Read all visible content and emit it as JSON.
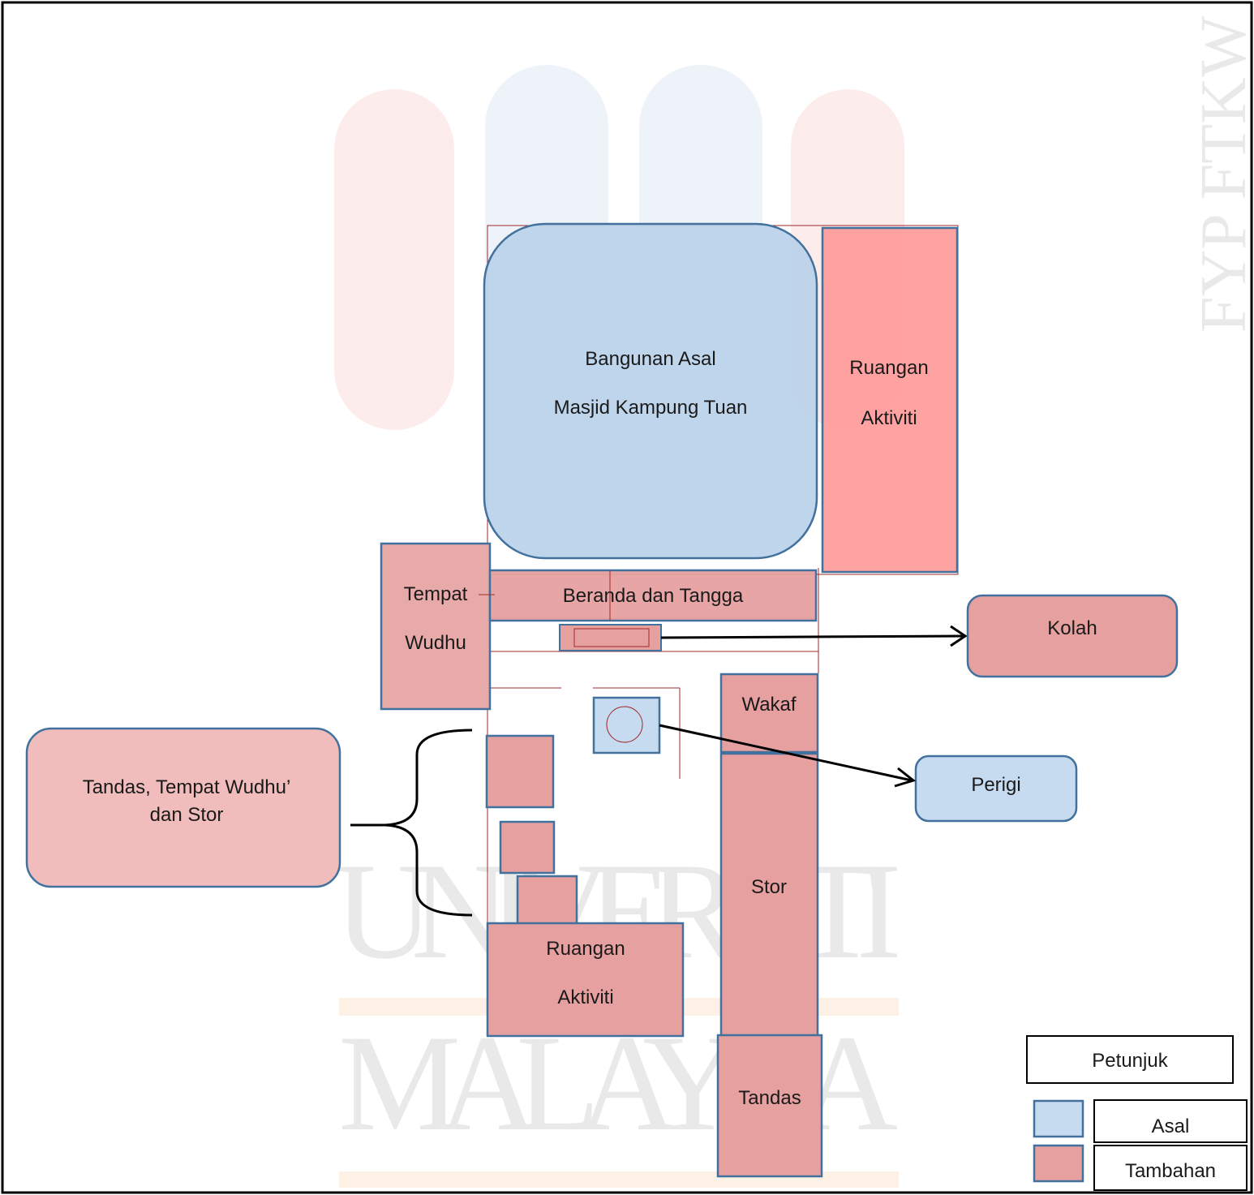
{
  "watermark": {
    "line1": "UNIVERSITI",
    "line2": "MALAYSIA",
    "side": "FYP FTKW"
  },
  "plan": {
    "main_building": {
      "line1": "Bangunan Asal",
      "line2": "Masjid Kampung Tuan"
    },
    "activity_room_right": {
      "line1": "Ruangan",
      "line2": "Aktiviti"
    },
    "wudhu_place": {
      "line1": "Tempat",
      "line2": "Wudhu"
    },
    "veranda": "Beranda dan Tangga",
    "wakaf": "Wakaf",
    "store": "Stor",
    "activity_room_bottom": {
      "line1": "Ruangan",
      "line2": "Aktiviti"
    },
    "toilet": "Tandas"
  },
  "callouts": {
    "kolah": "Kolah",
    "perigi": "Perigi",
    "toilet_group": {
      "line1": "Tandas, Tempat Wudhu’",
      "line2": "dan Stor"
    }
  },
  "legend": {
    "title": "Petunjuk",
    "items": [
      {
        "label": "Asal",
        "color": "#c6dbef"
      },
      {
        "label": "Tambahan",
        "color": "#e6a0a0"
      }
    ]
  },
  "colors": {
    "original": "#bcd3ea",
    "addition": "#e8a4a4",
    "addition_strong": "#ff9a9a",
    "stroke_blue": "#41719c",
    "outline": "#a12a2a"
  }
}
